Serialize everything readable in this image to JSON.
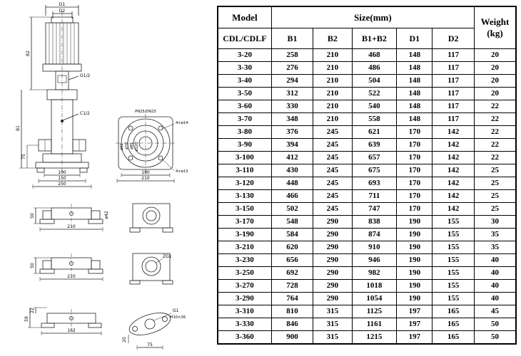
{
  "table": {
    "header": {
      "model": "Model",
      "size": "Size(mm)",
      "weight_line1": "Weight",
      "weight_line2": "(kg)",
      "sub": [
        "CDL/CDLF",
        "B1",
        "B2",
        "B1+B2",
        "D1",
        "D2"
      ]
    },
    "rows": [
      [
        "3-20",
        258,
        210,
        468,
        148,
        117,
        20
      ],
      [
        "3-30",
        276,
        210,
        486,
        148,
        117,
        20
      ],
      [
        "3-40",
        294,
        210,
        504,
        148,
        117,
        20
      ],
      [
        "3-50",
        312,
        210,
        522,
        148,
        117,
        20
      ],
      [
        "3-60",
        330,
        210,
        540,
        148,
        117,
        22
      ],
      [
        "3-70",
        348,
        210,
        558,
        148,
        117,
        22
      ],
      [
        "3-80",
        376,
        245,
        621,
        170,
        142,
        22
      ],
      [
        "3-90",
        394,
        245,
        639,
        170,
        142,
        22
      ],
      [
        "3-100",
        412,
        245,
        657,
        170,
        142,
        22
      ],
      [
        "3-110",
        430,
        245,
        675,
        170,
        142,
        25
      ],
      [
        "3-120",
        448,
        245,
        693,
        170,
        142,
        25
      ],
      [
        "3-130",
        466,
        245,
        711,
        170,
        142,
        25
      ],
      [
        "3-150",
        502,
        245,
        747,
        170,
        142,
        25
      ],
      [
        "3-170",
        548,
        290,
        838,
        190,
        155,
        30
      ],
      [
        "3-190",
        584,
        290,
        874,
        190,
        155,
        35
      ],
      [
        "3-210",
        620,
        290,
        910,
        190,
        155,
        35
      ],
      [
        "3-230",
        656,
        290,
        946,
        190,
        155,
        40
      ],
      [
        "3-250",
        692,
        290,
        982,
        190,
        155,
        40
      ],
      [
        "3-270",
        728,
        290,
        1018,
        190,
        155,
        40
      ],
      [
        "3-290",
        764,
        290,
        1054,
        190,
        155,
        40
      ],
      [
        "3-310",
        810,
        315,
        1125,
        197,
        165,
        45
      ],
      [
        "3-330",
        846,
        315,
        1161,
        197,
        165,
        50
      ],
      [
        "3-360",
        900,
        315,
        1215,
        197,
        165,
        50
      ]
    ]
  },
  "drawing": {
    "labels": {
      "d1": "D1",
      "d2": "D2",
      "b1": "B1",
      "b2": "B2",
      "g_half": "G1/2",
      "c_half": "C1/2",
      "dim75": "75",
      "dim100": "100",
      "dim150": "150",
      "dim250": "250",
      "pn": "PN25/DN25",
      "holes_top": "4×ø14",
      "dia92": "ø92",
      "dia70": "ø70",
      "dia85": "ø85",
      "dia120": "ø120",
      "dim180": "180",
      "dim210_flange": "210",
      "holes_bottom": "4×ø13",
      "dim50_a": "50",
      "dia42": "ø42",
      "dim210_a": "210",
      "dim50_b": "50",
      "dim210_b": "210",
      "zg1": "ZG1",
      "dim22": "22",
      "dim59": "59",
      "dim162": "162",
      "g1": "G1",
      "m10x36": "M10×36",
      "dim20": "20",
      "dim75_b": "75"
    }
  }
}
